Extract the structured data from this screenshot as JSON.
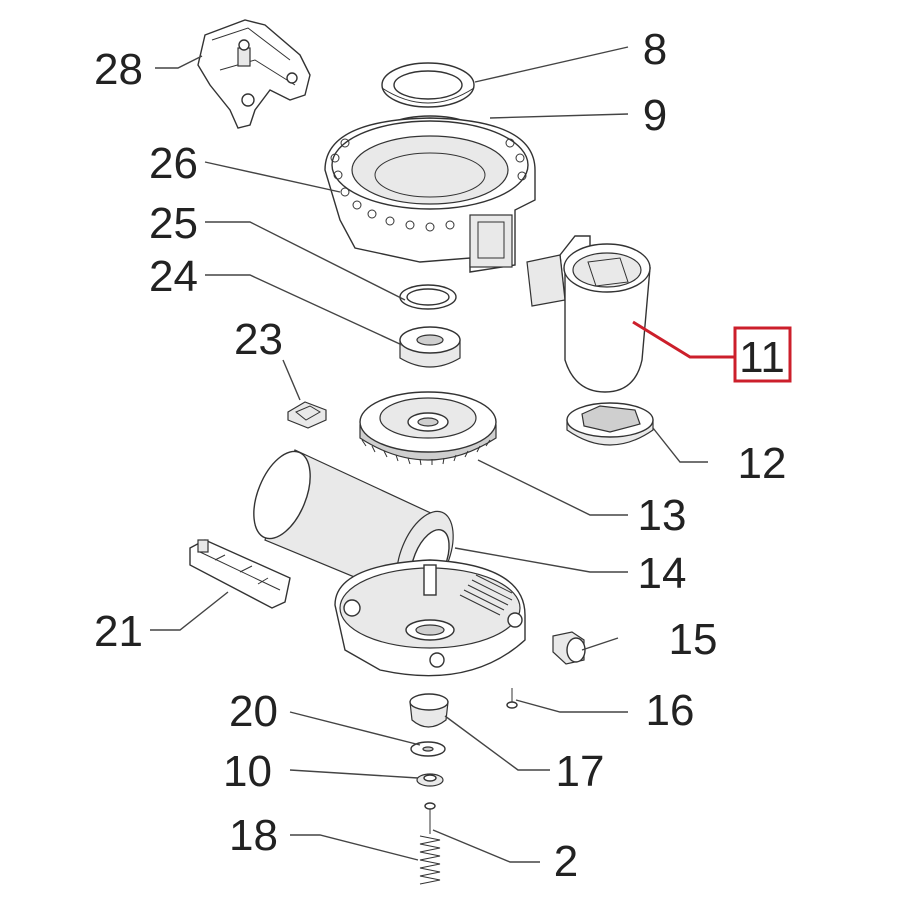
{
  "labels": {
    "p28": "28",
    "p8": "8",
    "p9": "9",
    "p26": "26",
    "p25": "25",
    "p24": "24",
    "p23": "23",
    "p11": "11",
    "p12": "12",
    "p13": "13",
    "p14": "14",
    "p21": "21",
    "p15": "15",
    "p16": "16",
    "p20": "20",
    "p17": "17",
    "p10": "10",
    "p18": "18",
    "p2": "2"
  },
  "highlight": {
    "part": "11",
    "color": "#cc1f2b"
  },
  "colors": {
    "line": "#444444",
    "text": "#222222",
    "shade": "#e9e9e9"
  }
}
